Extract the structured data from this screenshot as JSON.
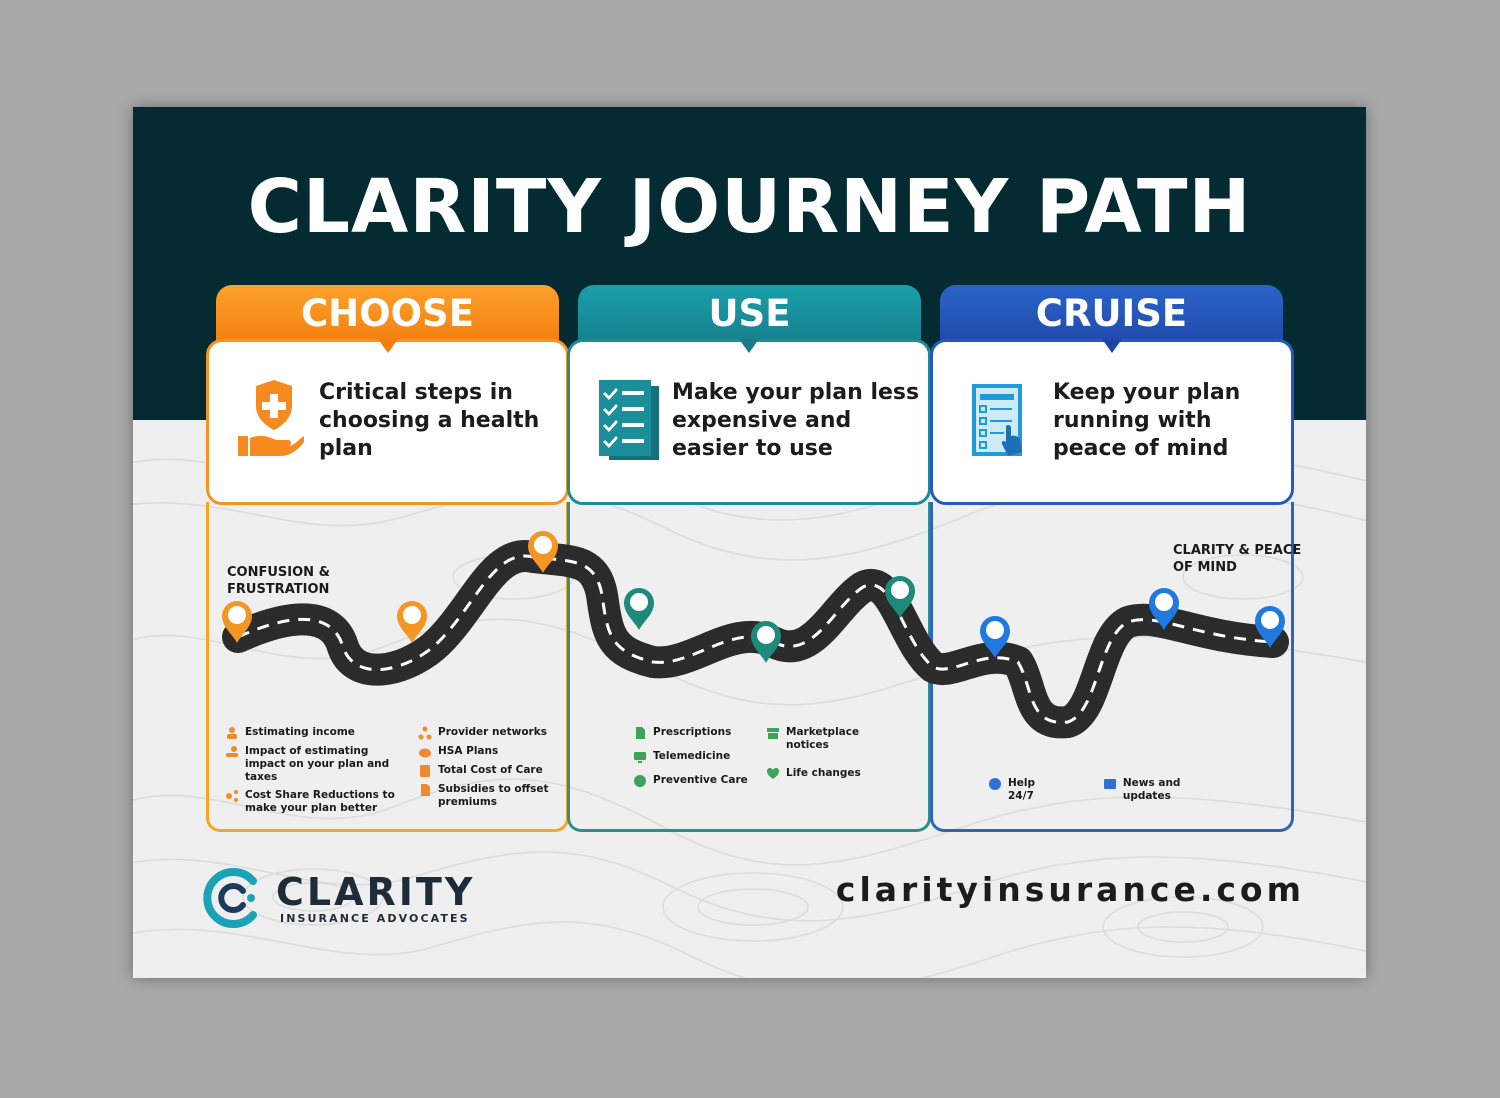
{
  "title": "CLARITY JOURNEY PATH",
  "stages": [
    {
      "tab": "CHOOSE",
      "description": "Critical steps in choosing a health plan",
      "icon": "shield-hand-icon",
      "color": "#f79421",
      "features_left": [
        "Estimating income",
        "Impact of estimating impact on your plan and taxes",
        "Cost Share Reductions to make your plan better"
      ],
      "features_right": [
        "Provider networks",
        "HSA Plans",
        "Total Cost of Care",
        "Subsidies to offset premiums"
      ]
    },
    {
      "tab": "USE",
      "description": "Make your plan less expensive and easier to use",
      "icon": "checklist-icon",
      "color": "#1a8d96",
      "features_left": [
        "Prescriptions",
        "Telemedicine",
        "Preventive Care"
      ],
      "features_right": [
        "Marketplace notices",
        "Life changes"
      ]
    },
    {
      "tab": "CRUISE",
      "description": "Keep your plan running with peace of mind",
      "icon": "form-touch-icon",
      "color": "#2559be",
      "features": [
        "Help 24/7",
        "News and updates"
      ]
    }
  ],
  "road": {
    "start_label": "CONFUSION & FRUSTRATION",
    "end_label": "CLARITY & PEACE OF MIND"
  },
  "logo": {
    "name": "CLARITY",
    "tagline": "INSURANCE ADVOCATES"
  },
  "website": "clarityinsurance.com"
}
